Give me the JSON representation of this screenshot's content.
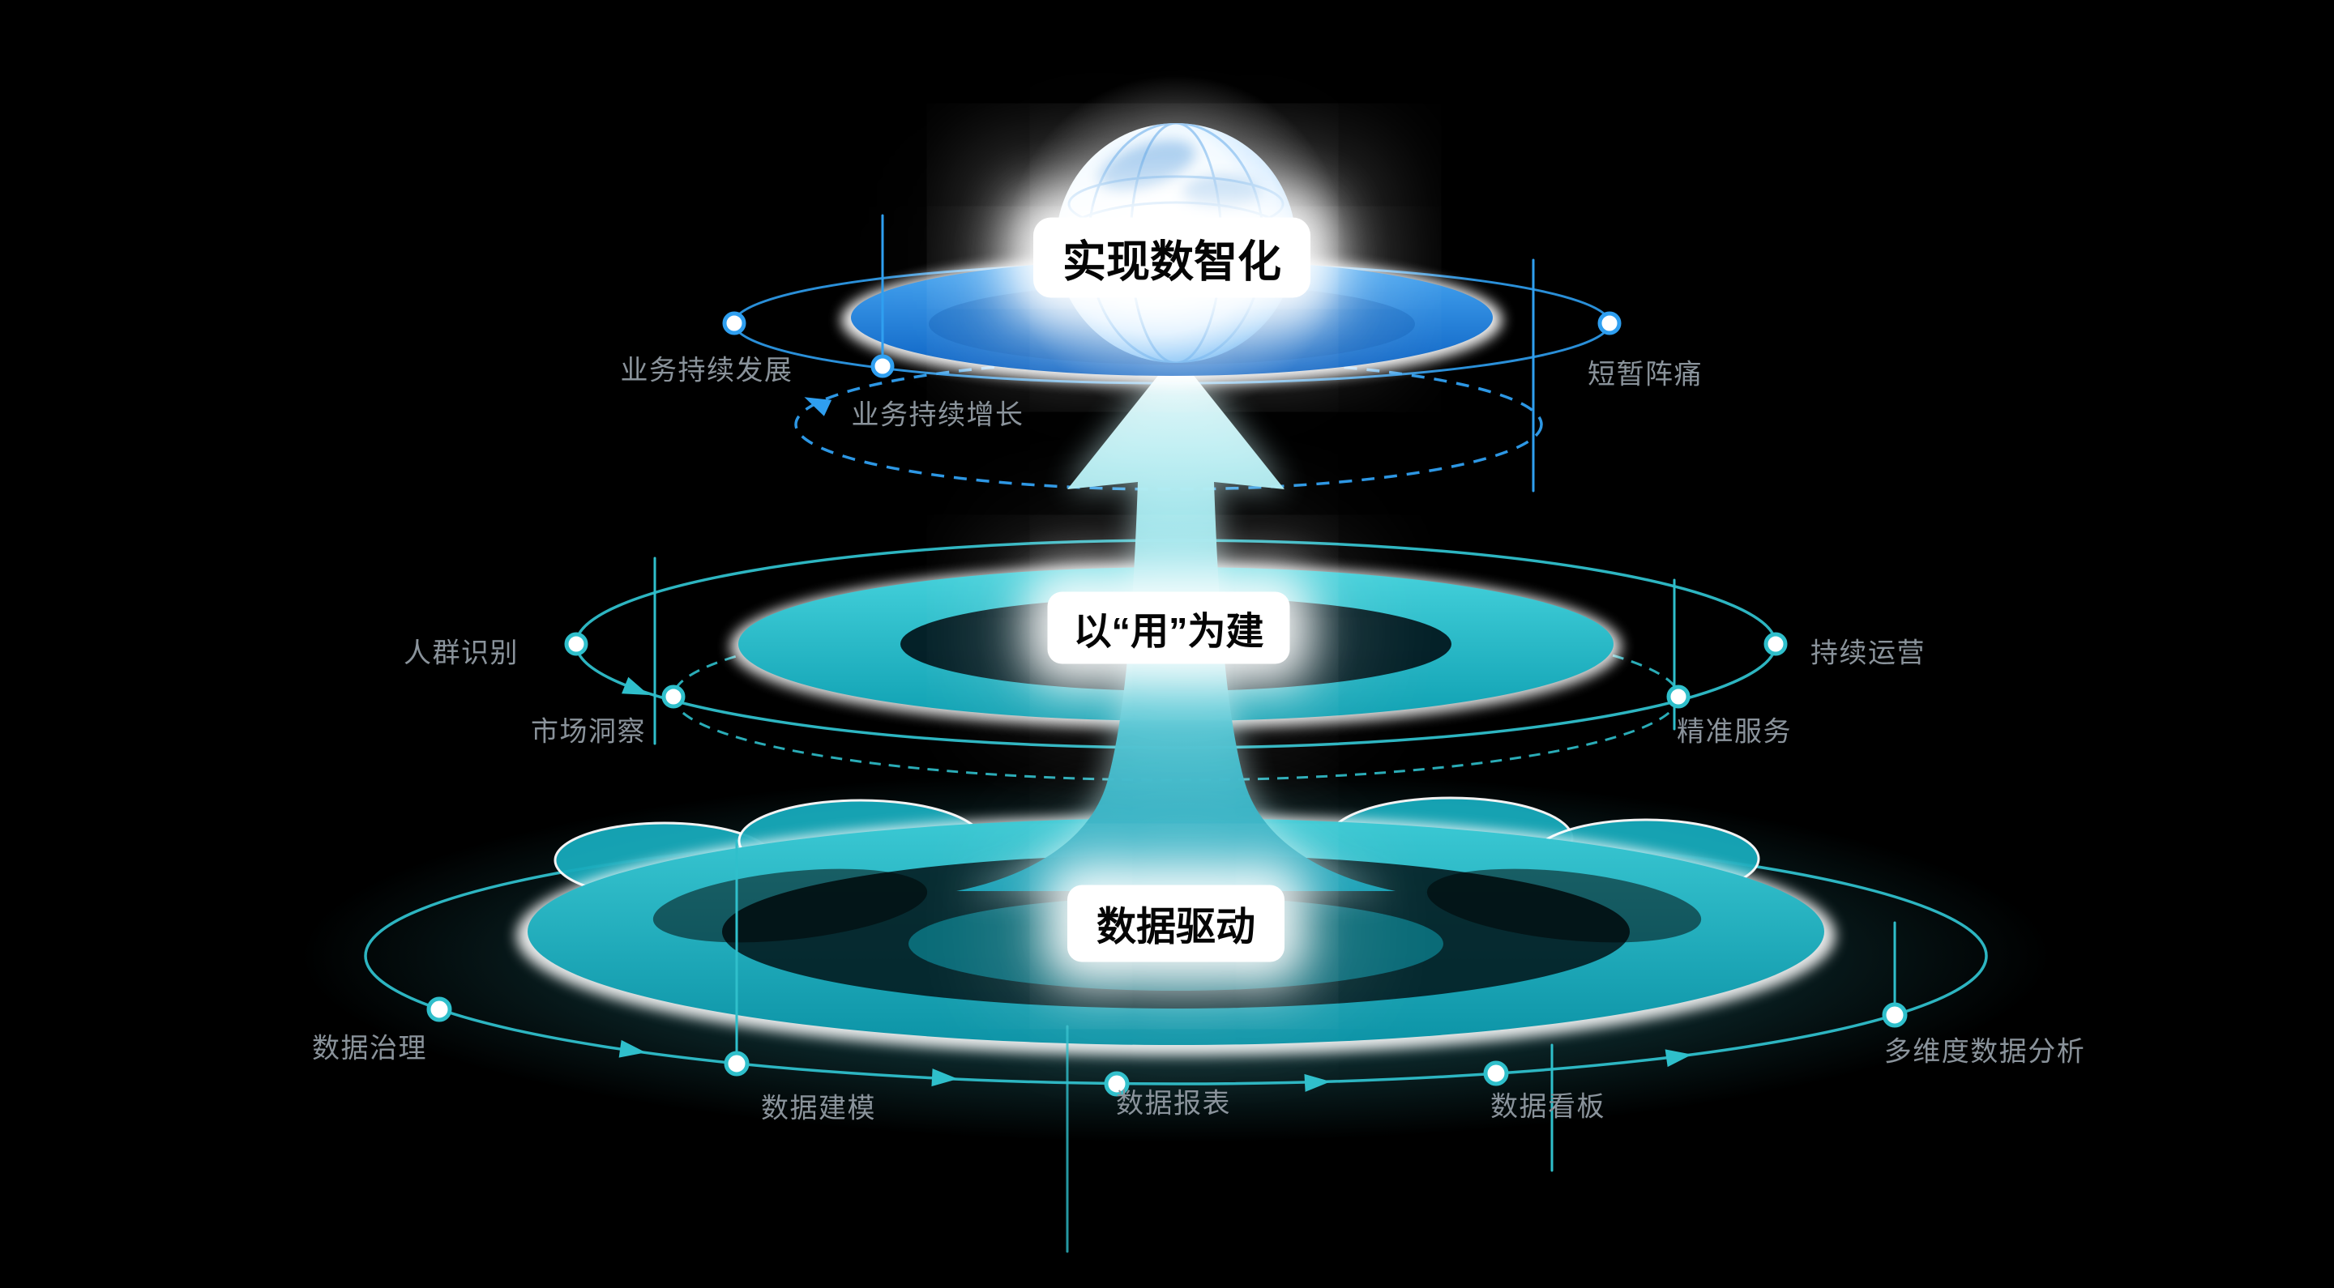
{
  "diagram": {
    "top": {
      "title": "实现数智化",
      "labels": {
        "left_outer": "业务持续发展",
        "left_inner": "业务持续增长",
        "right": "短暂阵痛"
      }
    },
    "middle": {
      "title": "以“用”为建",
      "labels": {
        "left_outer": "人群识别",
        "left_inner": "市场洞察",
        "right_outer": "持续运营",
        "right_inner": "精准服务"
      }
    },
    "bottom": {
      "title": "数据驱动",
      "labels": {
        "left": "数据治理",
        "mid_left": "数据建模",
        "mid": "数据报表",
        "mid_right": "数据看板",
        "right": "多维度数据分析"
      }
    },
    "colors": {
      "teal": "#2fbfcb",
      "blue": "#2f9ff0",
      "label_gray": "#8a939b",
      "title_text": "#050505",
      "background": "#000000"
    }
  }
}
